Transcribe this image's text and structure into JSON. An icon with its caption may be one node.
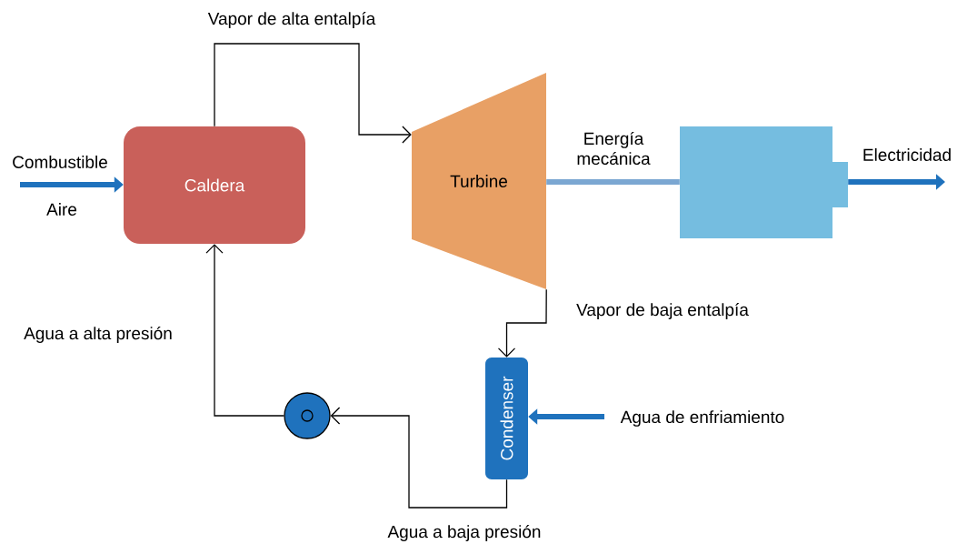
{
  "diagram": {
    "nodes": [
      {
        "text": [
          "Caldera"
        ]
      },
      {
        "text": [
          "Turbine"
        ]
      },
      {
        "text": [],
        "shape": "box"
      },
      {
        "text": [
          "Condenser"
        ]
      },
      {
        "text": [],
        "shape": "circle"
      }
    ],
    "edges": [
      {
        "from": 0,
        "to": 1,
        "arrow": "to",
        "label": "Vapor de alta entalpía"
      },
      {
        "from": 1,
        "to": 3,
        "arrow": "to",
        "label": "Vapor de baja entalpía"
      },
      {
        "from": 3,
        "to": 4,
        "arrow": "to",
        "label": "Agua a baja presión"
      },
      {
        "from": 4,
        "to": 0,
        "arrow": "to",
        "label": "Agua a alta presión"
      },
      {
        "from": 1,
        "to": 2,
        "arrow": "none",
        "label": "Energía mecánica",
        "style": "thick",
        "color": "#7ba7d2"
      },
      {
        "from": null,
        "to": 0,
        "arrow": "to",
        "label": "Combustible",
        "style": "thick",
        "color": "#1f72bd"
      },
      {
        "from": 2,
        "to": null,
        "arrow": "to",
        "label": "Electricidad",
        "style": "thick",
        "color": "#1f72bd"
      },
      {
        "from": null,
        "to": 3,
        "arrow": "to",
        "label": "Agua de enfriamiento",
        "style": "thick",
        "color": "#1f72bd"
      }
    ],
    "labels": [
      "Aire"
    ]
  }
}
